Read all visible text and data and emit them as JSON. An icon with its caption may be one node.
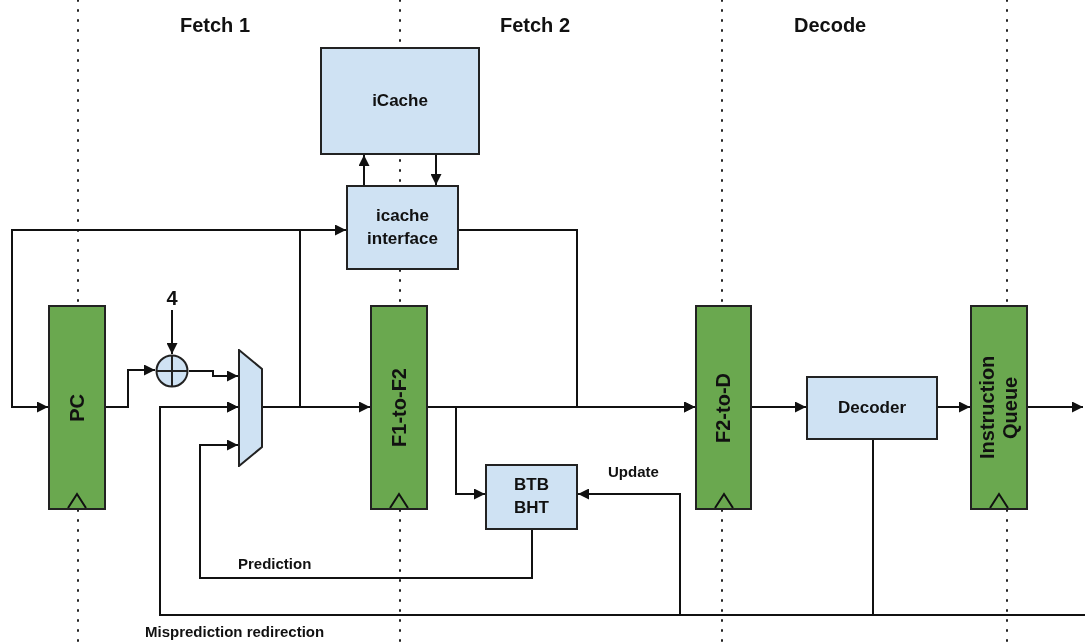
{
  "diagram": {
    "nodes": [
      {
        "text": [
          "iCache"
        ]
      },
      {
        "text": [
          "icache interface"
        ]
      },
      {
        "text": [
          "4"
        ]
      },
      {
        "text": [
          "PC"
        ]
      },
      {
        "text": [],
        "shape": "circle"
      },
      {
        "text": [],
        "shape": "trapezoid"
      },
      {
        "text": [
          "F1-to-F2"
        ]
      },
      {
        "text": [
          "F2-to-D"
        ]
      },
      {
        "text": [
          "Decoder"
        ]
      },
      {
        "text": [
          "Instruction Queue"
        ]
      },
      {
        "text": [
          "BTB BHT"
        ]
      }
    ],
    "edges": [
      {
        "from": 1,
        "to": 0,
        "arrow": "to"
      },
      {
        "from": 0,
        "to": 1,
        "arrow": "to"
      },
      {
        "from": 2,
        "to": 4,
        "arrow": "to"
      },
      {
        "from": 3,
        "to": 4,
        "arrow": "to"
      },
      {
        "from": 4,
        "to": 5,
        "arrow": "to"
      },
      {
        "from": 5,
        "to": 6,
        "arrow": "to"
      },
      {
        "from": 5,
        "to": 1,
        "arrow": "to"
      },
      {
        "from": 5,
        "to": 3,
        "arrow": "to"
      },
      {
        "from": 1,
        "to": 7,
        "arrow": "to"
      },
      {
        "from": 6,
        "to": 7,
        "arrow": "to"
      },
      {
        "from": 6,
        "to": 10,
        "arrow": "to"
      },
      {
        "from": 10,
        "to": 5,
        "arrow": "to",
        "label": "Prediction"
      },
      {
        "from": 8,
        "to": 10,
        "arrow": "to",
        "label": "Update"
      },
      {
        "from": 8,
        "to": 5,
        "arrow": "to",
        "label": "Misprediction redirection"
      },
      {
        "from": null,
        "to": 5,
        "arrow": "to"
      },
      {
        "from": 7,
        "to": 8,
        "arrow": "to"
      },
      {
        "from": 8,
        "to": 9,
        "arrow": "to"
      },
      {
        "from": 9,
        "to": null,
        "arrow": "to"
      }
    ],
    "labels": [
      "Fetch 1",
      "Fetch 2",
      "Decode"
    ]
  }
}
